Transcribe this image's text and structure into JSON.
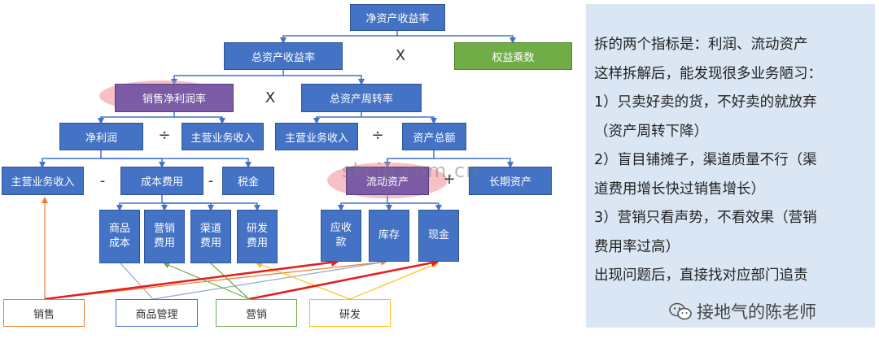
{
  "tree": {
    "root": "净资产收益率",
    "roa": "总资产收益率",
    "equity_multiplier": "权益乘数",
    "net_margin": "销售净利润率",
    "asset_turnover": "总资产周转率",
    "net_profit": "净利润",
    "revenue_a": "主营业务收入",
    "revenue_b": "主营业务收入",
    "total_assets": "资产总额",
    "revenue_c": "主营业务收入",
    "cost": "成本费用",
    "tax": "税金",
    "current_assets": "流动资产",
    "long_term_assets": "长期资产",
    "goods_cost": "商品\n成本",
    "marketing_cost": "营销\n费用",
    "channel_cost": "渠道\n费用",
    "rd_cost": "研发\n费用",
    "receivables": "应收\n款",
    "inventory": "库存",
    "cash": "现金"
  },
  "operators": {
    "times_1": "X",
    "times_2": "X",
    "divide_1": "÷",
    "divide_2": "÷",
    "minus_1": "-",
    "minus_2": "-",
    "plus": "+"
  },
  "departments": {
    "sales": "销售",
    "goods_mgmt": "商品管理",
    "marketing": "营销",
    "rd": "研发"
  },
  "colors": {
    "box_blue": "#4472c4",
    "box_green": "#70ad47",
    "box_purple": "#7b5aa6",
    "highlight": "#f08c96",
    "sales_border": "#ed7d31",
    "goods_border": "#4472c4",
    "marketing_border": "#70ad47",
    "rd_border": "#ffc000",
    "arrow_red": "#e02020"
  },
  "panel": {
    "lines": [
      "拆的两个指标是：利润、流动资产",
      "这样拆解后，能发现很多业务陋习：",
      "1）只卖好卖的货，不好卖的就放弃",
      "（资产周转下降）",
      "2）盲目铺摊子，渠道质量不行（渠",
      "道费用增长快过销售增长）",
      "3）营销只看声势，不看效果（营销",
      "费用率过高）",
      "出现问题后，直接找对应部门追责"
    ]
  },
  "watermark": "skcip.com.cn",
  "wechat_account": "接地气的陈老师"
}
